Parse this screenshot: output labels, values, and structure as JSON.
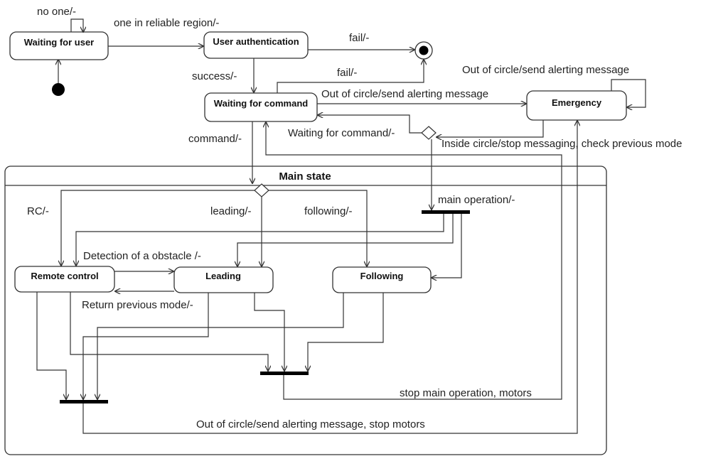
{
  "states": {
    "waiting_for_user": "Waiting for user",
    "user_authentication": "User authentication",
    "waiting_for_command": "Waiting for command",
    "emergency": "Emergency",
    "main_state": "Main state",
    "remote_control": "Remote control",
    "leading": "Leading",
    "following": "Following"
  },
  "transitions": {
    "no_one": "no one/-",
    "one_in_region": "one in reliable region/-",
    "fail_auth": "fail/-",
    "fail_command": "fail/-",
    "success": "success/-",
    "out_to_emergency": "Out of circle/send alerting message",
    "emergency_self": "Out of  circle/send alerting message",
    "waiting_for_command": "Waiting for command/-",
    "inside_circle": "Inside circle/stop messaging, check previous mode",
    "command": "command/-",
    "rc": "RC/-",
    "leading": "leading/-",
    "following": "following/-",
    "main_operation": "main operation/-",
    "obstacle": "Detection of a obstacle /-",
    "return_previous": "Return previous mode/-",
    "stop_main": "stop main operation, motors",
    "out_stop_motors": "Out of circle/send alerting message, stop motors"
  }
}
